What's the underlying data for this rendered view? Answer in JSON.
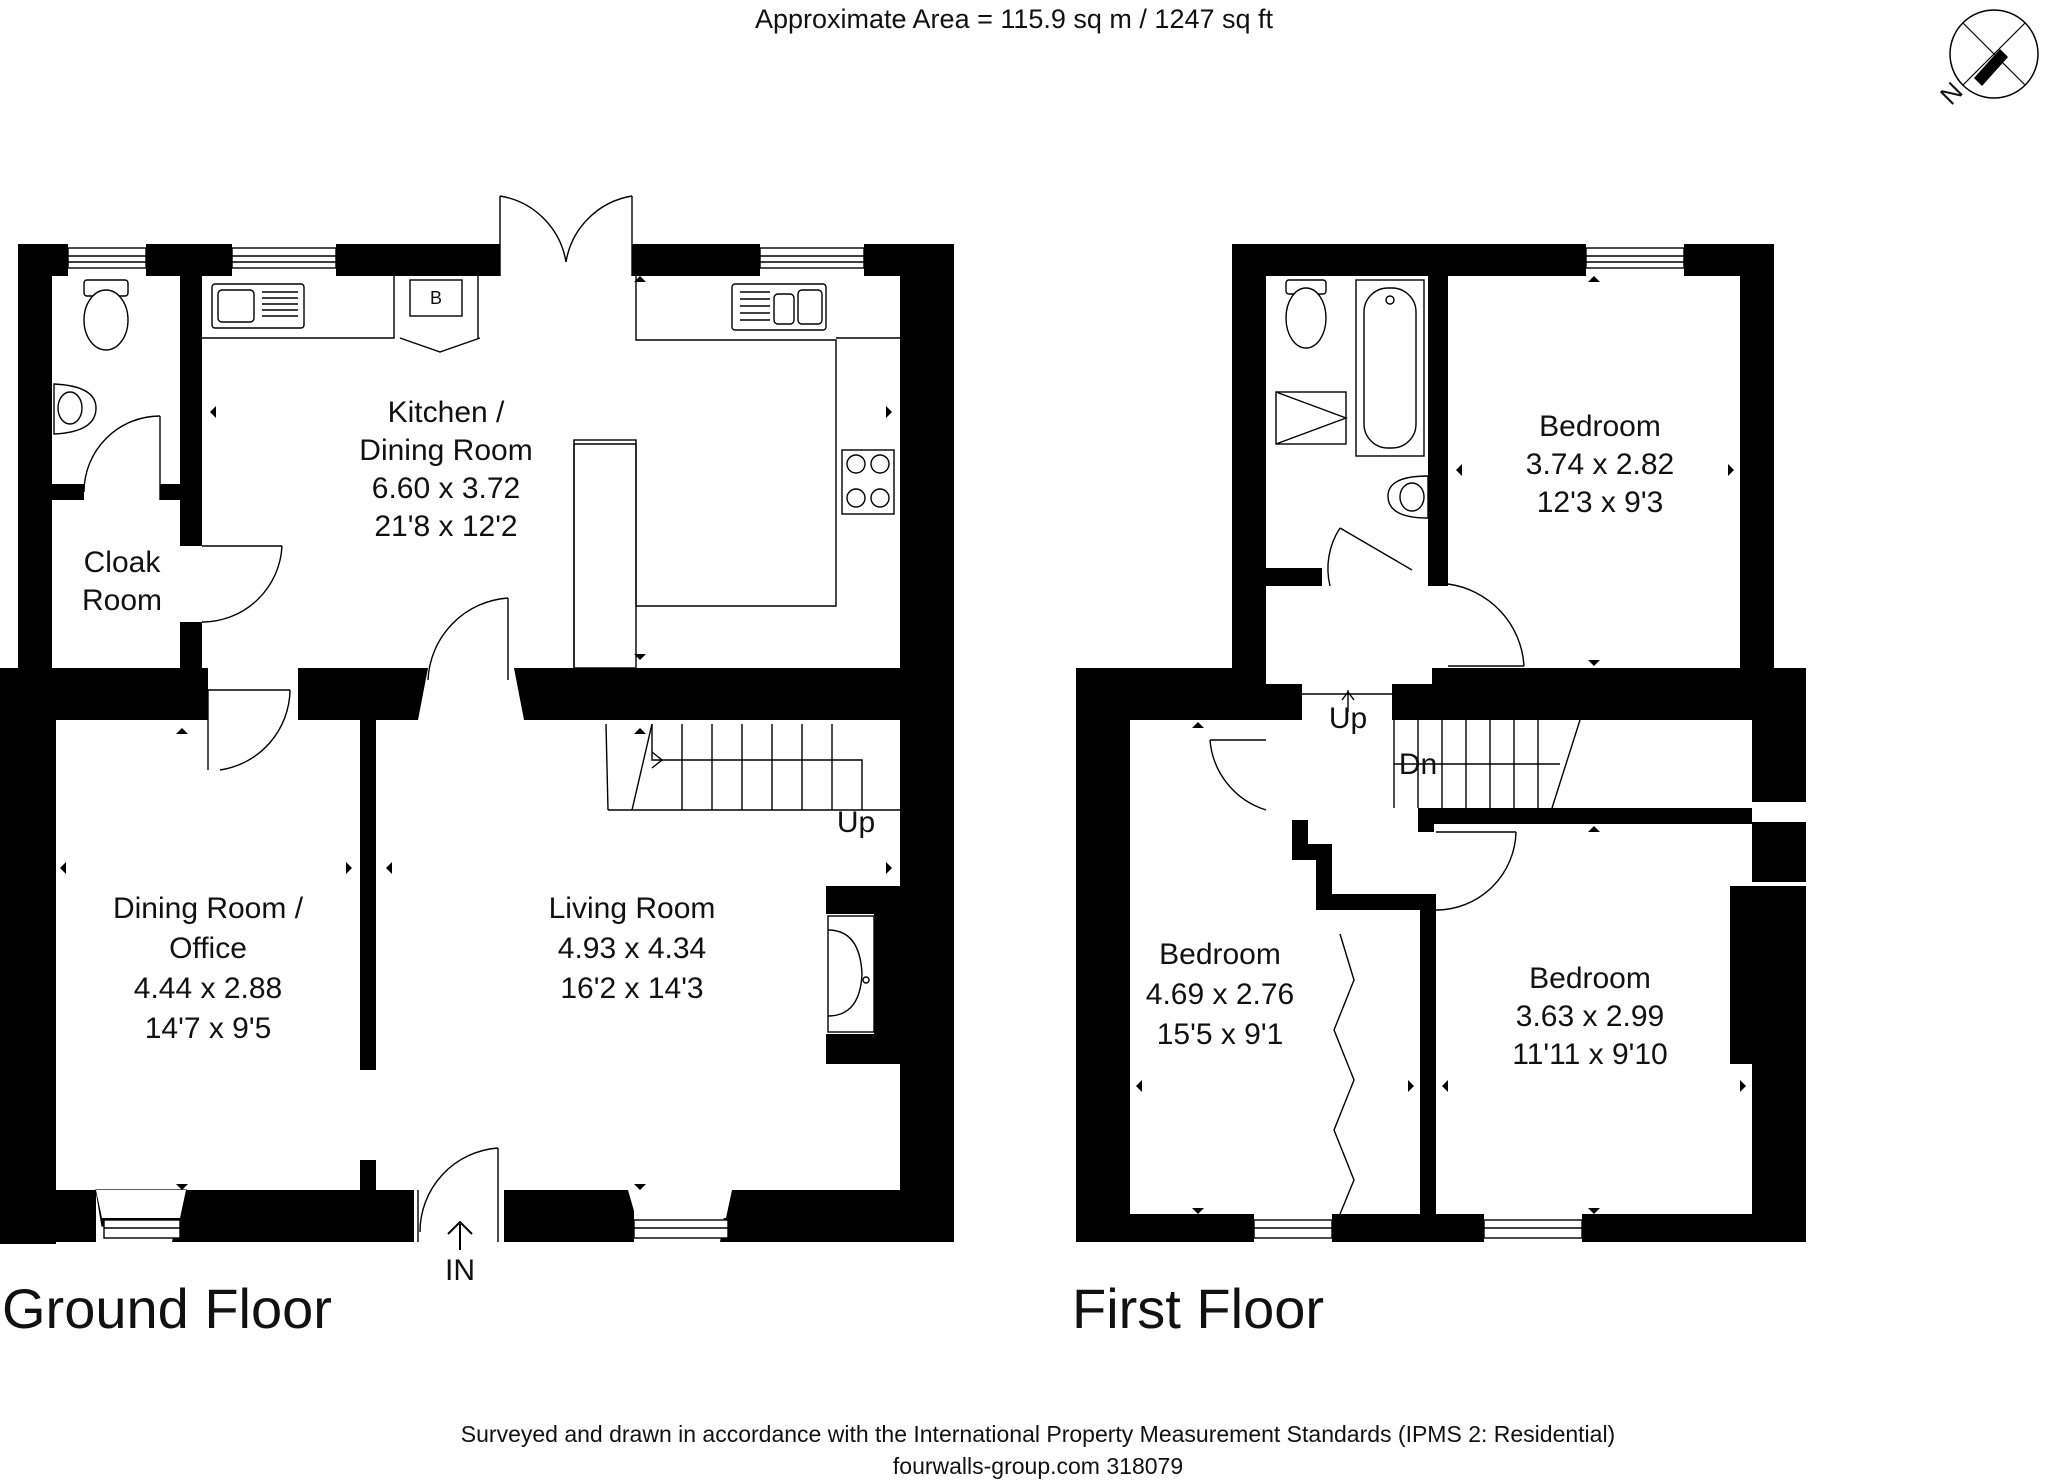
{
  "header": {
    "area": "Approximate  Area = 115.9 sq m / 1247 sq ft"
  },
  "compass": {
    "north_label": "N"
  },
  "ground_floor": {
    "title": "Ground Floor",
    "entrance": "IN",
    "boiler": "B",
    "stairs_label": "Up",
    "rooms": {
      "kitchen": {
        "name1": "Kitchen /",
        "name2": "Dining Room",
        "metric": "6.60 x 3.72",
        "imperial": "21'8 x 12'2"
      },
      "cloak": {
        "name1": "Cloak",
        "name2": "Room"
      },
      "dining": {
        "name1": "Dining Room /",
        "name2": "Office",
        "metric": "4.44 x 2.88",
        "imperial": "14'7 x 9'5"
      },
      "living": {
        "name1": "Living Room",
        "metric": "4.93 x 4.34",
        "imperial": "16'2 x 14'3"
      }
    }
  },
  "first_floor": {
    "title": "First Floor",
    "stairs_up": "Up",
    "stairs_down": "Dn",
    "rooms": {
      "bedroom_rear": {
        "name": "Bedroom",
        "metric": "3.74 x 2.82",
        "imperial": "12'3 x 9'3"
      },
      "bedroom_left": {
        "name": "Bedroom",
        "metric": "4.69 x 2.76",
        "imperial": "15'5 x 9'1"
      },
      "bedroom_right": {
        "name": "Bedroom",
        "metric": "3.63 x 2.99",
        "imperial": "11'11 x 9'10"
      }
    }
  },
  "footer": {
    "line1": "Surveyed and drawn in accordance with the International Property Measurement Standards (IPMS 2: Residential)",
    "line2": "fourwalls-group.com 318079"
  }
}
